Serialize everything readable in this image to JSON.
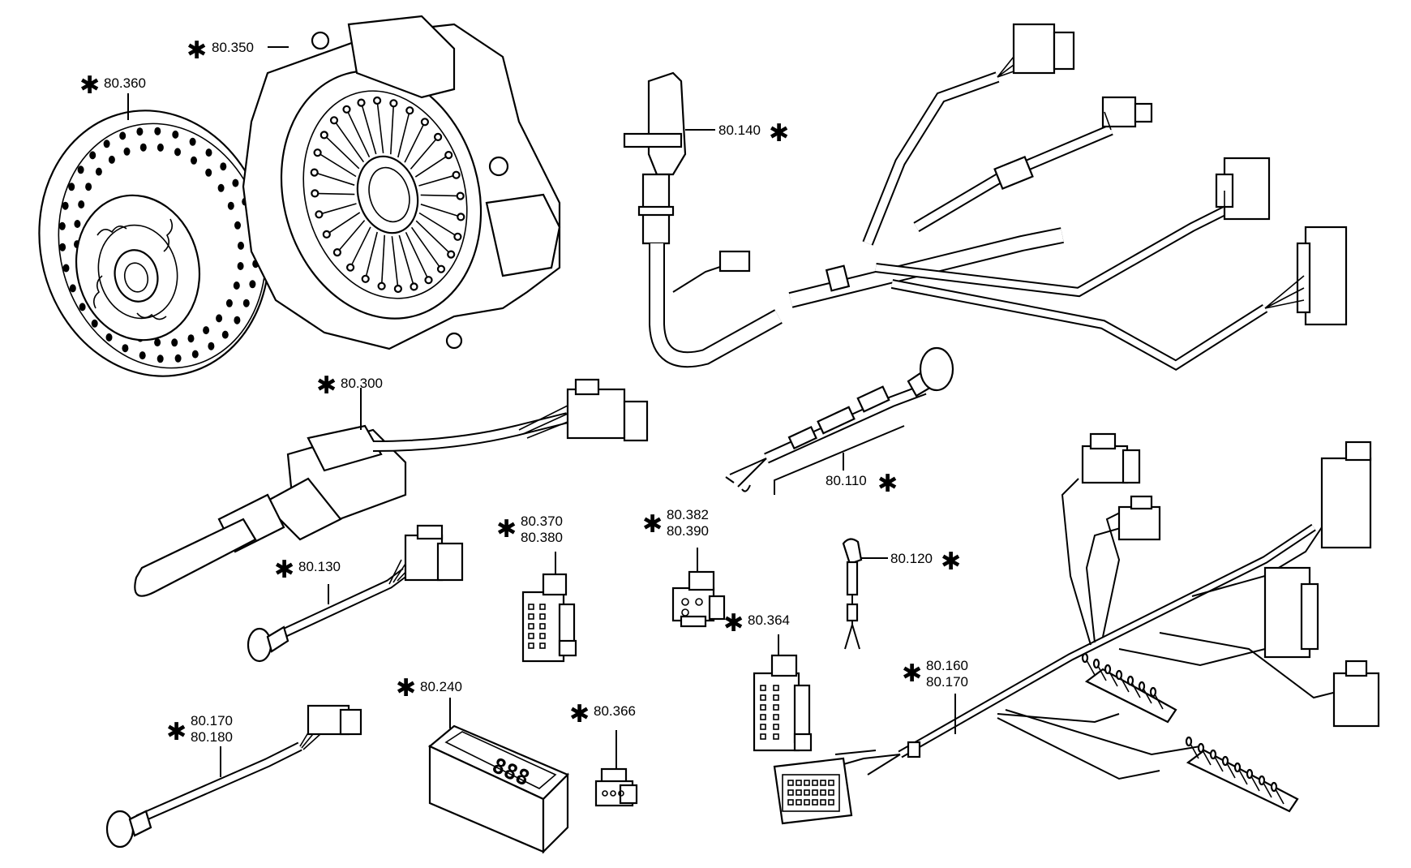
{
  "callouts": {
    "c_80360": {
      "star": "✱",
      "num": "80.360"
    },
    "c_80350": {
      "star": "✱",
      "num": "80.350"
    },
    "c_80140": {
      "star": "✱",
      "num": "80.140"
    },
    "c_80300": {
      "star": "✱",
      "num": "80.300"
    },
    "c_80110": {
      "star": "✱",
      "num": "80.110"
    },
    "c_80130": {
      "star": "✱",
      "num": "80.130"
    },
    "c_80370": {
      "star": "✱",
      "num1": "80.370",
      "num2": "80.380"
    },
    "c_80382": {
      "star": "✱",
      "num1": "80.382",
      "num2": "80.390"
    },
    "c_80120": {
      "star": "✱",
      "num": "80.120"
    },
    "c_80364": {
      "star": "✱",
      "num": "80.364"
    },
    "c_80160": {
      "star": "✱",
      "num1": "80.160",
      "num2": "80.170"
    },
    "c_80240": {
      "star": "✱",
      "num": "80.240"
    },
    "c_80366": {
      "star": "✱",
      "num": "80.366"
    },
    "c_80170": {
      "star": "✱",
      "num1": "80.170",
      "num2": "80.180"
    }
  },
  "display_panel": {
    "digits": "888"
  }
}
